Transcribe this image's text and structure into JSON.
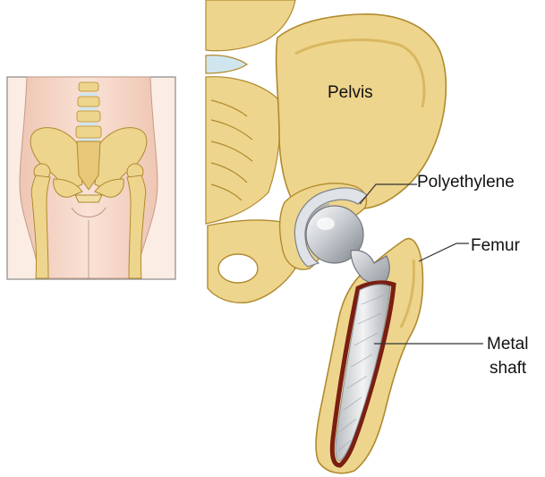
{
  "labels": {
    "pelvis": "Pelvis",
    "polyethylene": "Polyethylene",
    "femur": "Femur",
    "metal_shaft_line1": "Metal",
    "metal_shaft_line2": "shaft"
  },
  "colors": {
    "bone": "#EED58D",
    "bone_outline": "#B08A2E",
    "bone_shadow": "#D9B862",
    "skin": "#F6D8C8",
    "skin_outline": "#C49C88",
    "cartilage": "#CFE6EE",
    "liner": "#D8DCE0",
    "metal": "#C9CDD2",
    "metal_dark": "#8D939A",
    "shaft_outline": "#7A1E12",
    "leader": "#333333",
    "text": "#111111"
  },
  "icons": {
    "inset": "pelvis-overview-illustration",
    "main": "hip-replacement-illustration"
  }
}
